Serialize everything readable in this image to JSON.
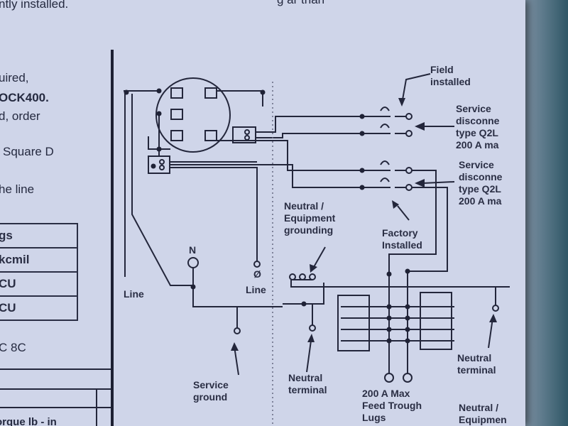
{
  "left_text": {
    "top_line": "ntly installed.",
    "top_right_fragment": "g                  ar than",
    "l1": "uired,",
    "l2": "OCK400.",
    "l3": "d, order",
    "l4": "Square D",
    "l5": "he line",
    "l6": "C 8C",
    "bottom": "orque lb - in"
  },
  "table_rows": [
    "gs",
    "kcmil",
    "CU",
    "CU"
  ],
  "diagram_labels": {
    "field_installed": [
      "Field",
      "installed"
    ],
    "service_disconnect_1": [
      "Service",
      "disconne",
      "type Q2L",
      "200 A ma"
    ],
    "service_disconnect_2": [
      "Service",
      "disconne",
      "type Q2L",
      "200 A ma"
    ],
    "neutral_equipment_grounding": [
      "Neutral /",
      "Equipment",
      "grounding"
    ],
    "factory_installed": [
      "Factory",
      "Installed"
    ],
    "n_label": "N",
    "phase_symbol": "Ø",
    "line_center": "Line",
    "line_left": "Line",
    "service_ground": [
      "Service",
      "ground"
    ],
    "neutral_terminal_center": [
      "Neutral",
      "terminal"
    ],
    "feed_through": [
      "200 A Max",
      "Feed Trough",
      "Lugs"
    ],
    "neutral_terminal_right": [
      "Neutral",
      "terminal"
    ],
    "neutral_equipment_bottom": [
      "Neutral /",
      "Equipmen"
    ]
  }
}
